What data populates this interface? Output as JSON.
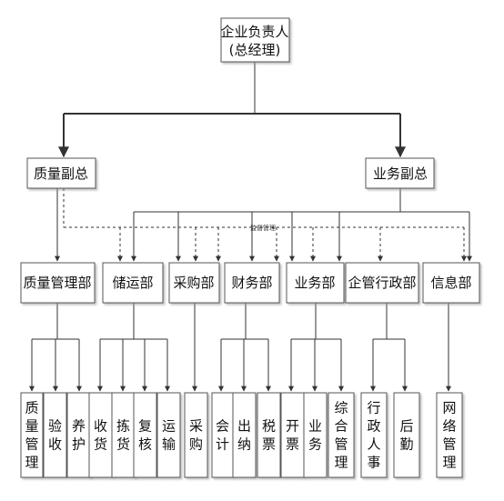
{
  "top": {
    "line1": "企业负责人",
    "line2": "(总经理)"
  },
  "deputies": {
    "quality": "质量副总",
    "business": "业务副总"
  },
  "supervision_label": "监督管理",
  "departments": {
    "quality": "质量管理部",
    "storage": "储运部",
    "purchase": "采购部",
    "finance": "财务部",
    "sales": "业务部",
    "admin": "企管行政部",
    "info": "信息部"
  },
  "units": [
    "质量管理",
    "验收",
    "养护",
    "收货",
    "拣货",
    "复核",
    "运输",
    "采购",
    "会计",
    "出纳",
    "税票",
    "开票",
    "业务",
    "综合管理",
    "行政人事",
    "后勤",
    "网络管理"
  ]
}
